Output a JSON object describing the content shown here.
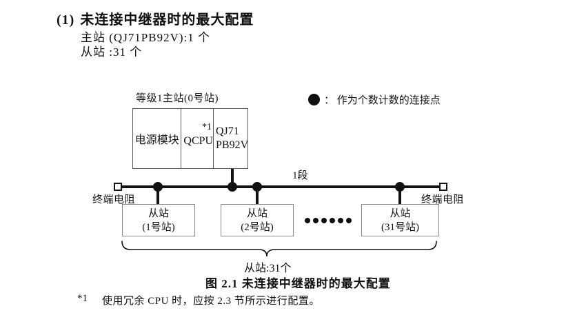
{
  "colors": {
    "ink": "#111111",
    "master_box_border": "#5a5a5a",
    "slave_box_border": "#8a8a8a",
    "background": "#ffffff"
  },
  "heading": {
    "number": "(1)",
    "title": "未连接中继器时的最大配置",
    "line1": "主站 (QJ71PB92V):1 个",
    "line2": "从站 :31 个"
  },
  "diagram": {
    "master_label": "等级1主站(0号站)",
    "modules": {
      "power": "电源模块",
      "cpu": "QCPU",
      "cpu_note": "*1",
      "pb_line1": "QJ71",
      "pb_line2": "PB92V"
    },
    "legend_text": "： 作为个数计数的连接点",
    "segment_label": "1段",
    "terminator_left": "终端电阻",
    "terminator_right": "终端电阻",
    "slaves": [
      {
        "line1": "从站",
        "line2": "(1号站)"
      },
      {
        "line1": "从站",
        "line2": "(2号站)"
      },
      {
        "line1": "从站",
        "line2": "(31号站)"
      }
    ],
    "ellipsis_dots": 6,
    "brace_label": "从站:31个"
  },
  "caption": "图 2.1 未连接中继器时的最大配置",
  "footnote": {
    "marker": "*1",
    "text": "使用冗余 CPU 时，应按 2.3 节所示进行配置。"
  }
}
